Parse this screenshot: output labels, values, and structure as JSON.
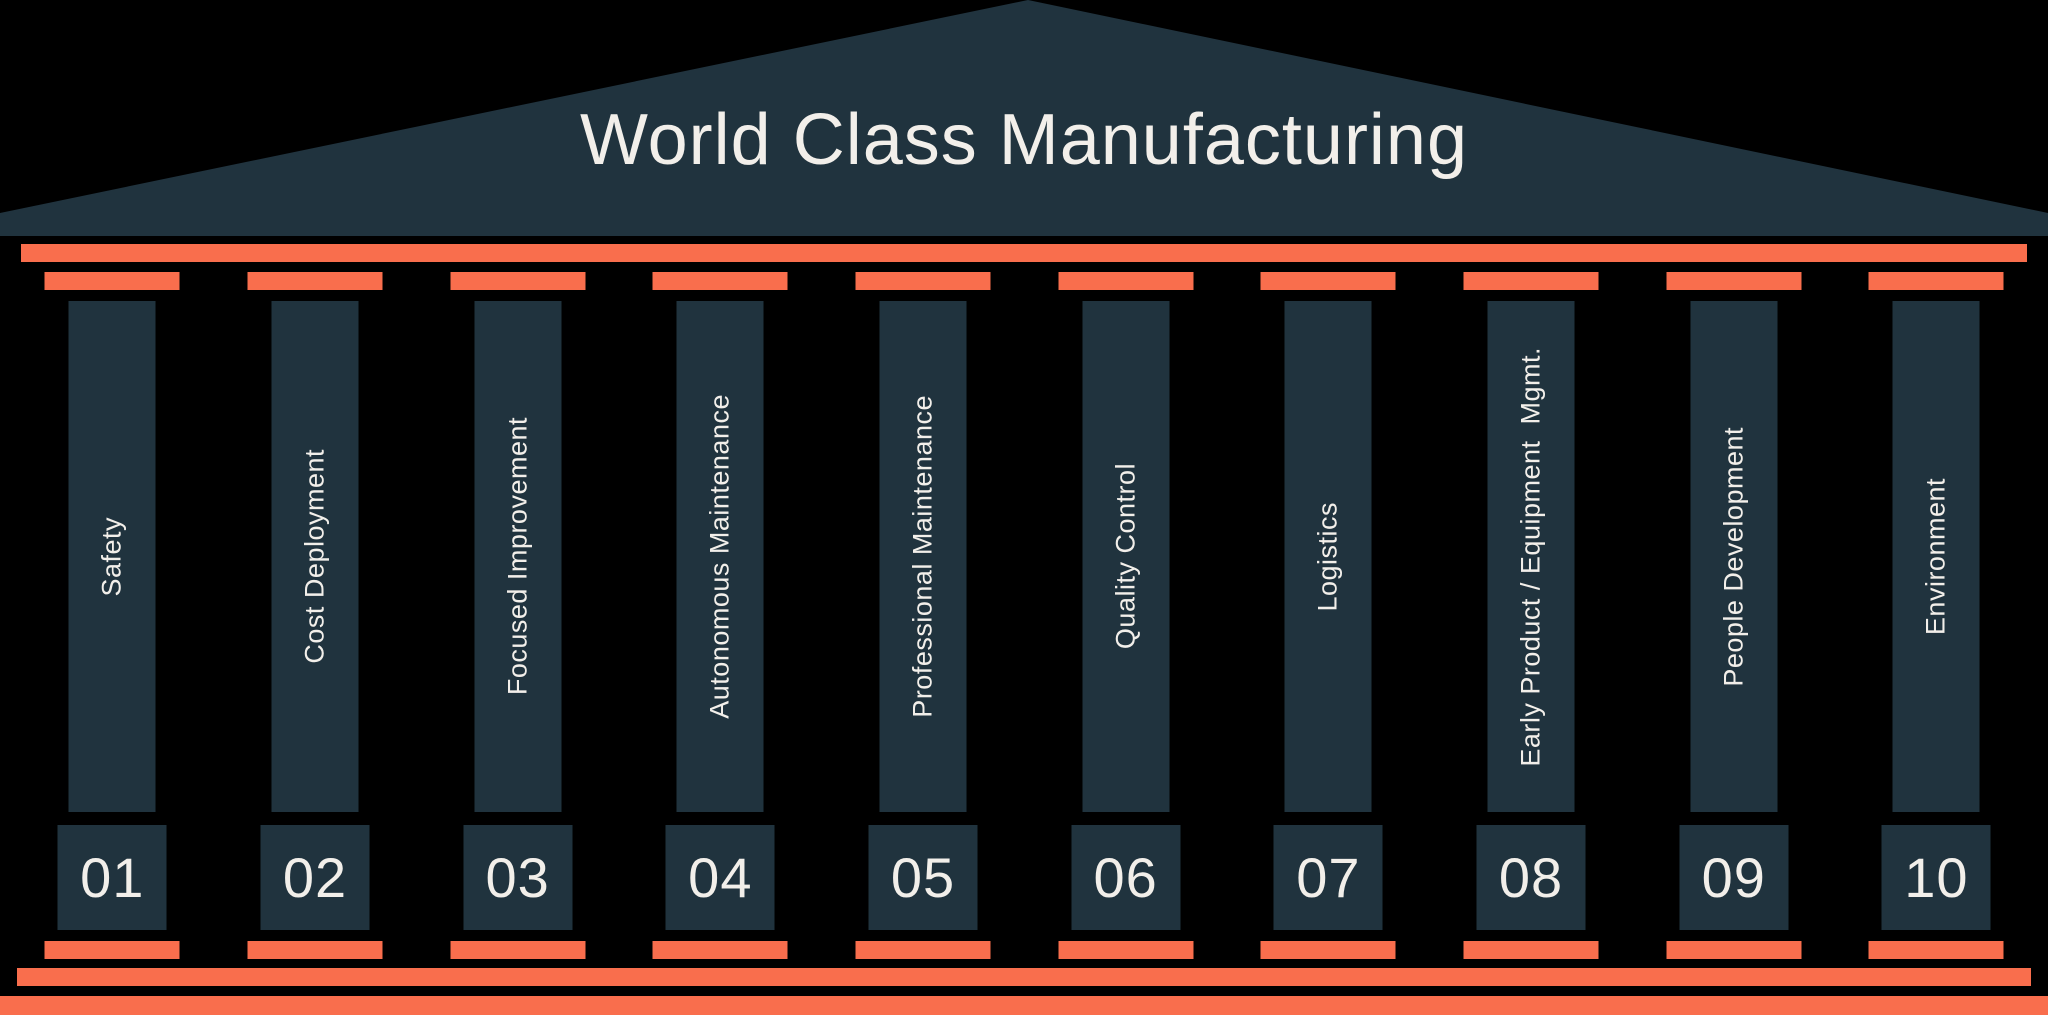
{
  "title": "World Class Manufacturing",
  "colors": {
    "background": "#000000",
    "structure_dark": "#20333e",
    "accent_orange": "#f96e4d",
    "text_light": "#f2efea"
  },
  "pillars": [
    {
      "number": "01",
      "label": "Safety"
    },
    {
      "number": "02",
      "label": "Cost Deployment"
    },
    {
      "number": "03",
      "label": "Focused Improvement"
    },
    {
      "number": "04",
      "label": "Autonomous Maintenance"
    },
    {
      "number": "05",
      "label": "Professional Maintenance"
    },
    {
      "number": "06",
      "label": "Quality Control"
    },
    {
      "number": "07",
      "label": "Logistics"
    },
    {
      "number": "08",
      "label": "Early Product / Equipment  Mgmt."
    },
    {
      "number": "09",
      "label": "People Development"
    },
    {
      "number": "10",
      "label": "Environment"
    }
  ]
}
